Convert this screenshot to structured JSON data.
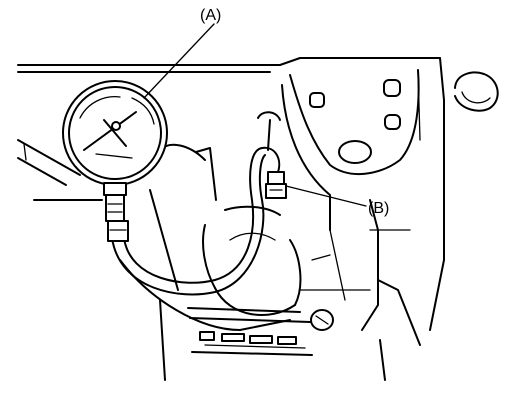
{
  "figure": {
    "callouts": [
      {
        "id": "A",
        "label": "(A)"
      },
      {
        "id": "B",
        "label": "(B)"
      }
    ],
    "colors": {
      "line": "#000000",
      "background": "#ffffff"
    }
  }
}
